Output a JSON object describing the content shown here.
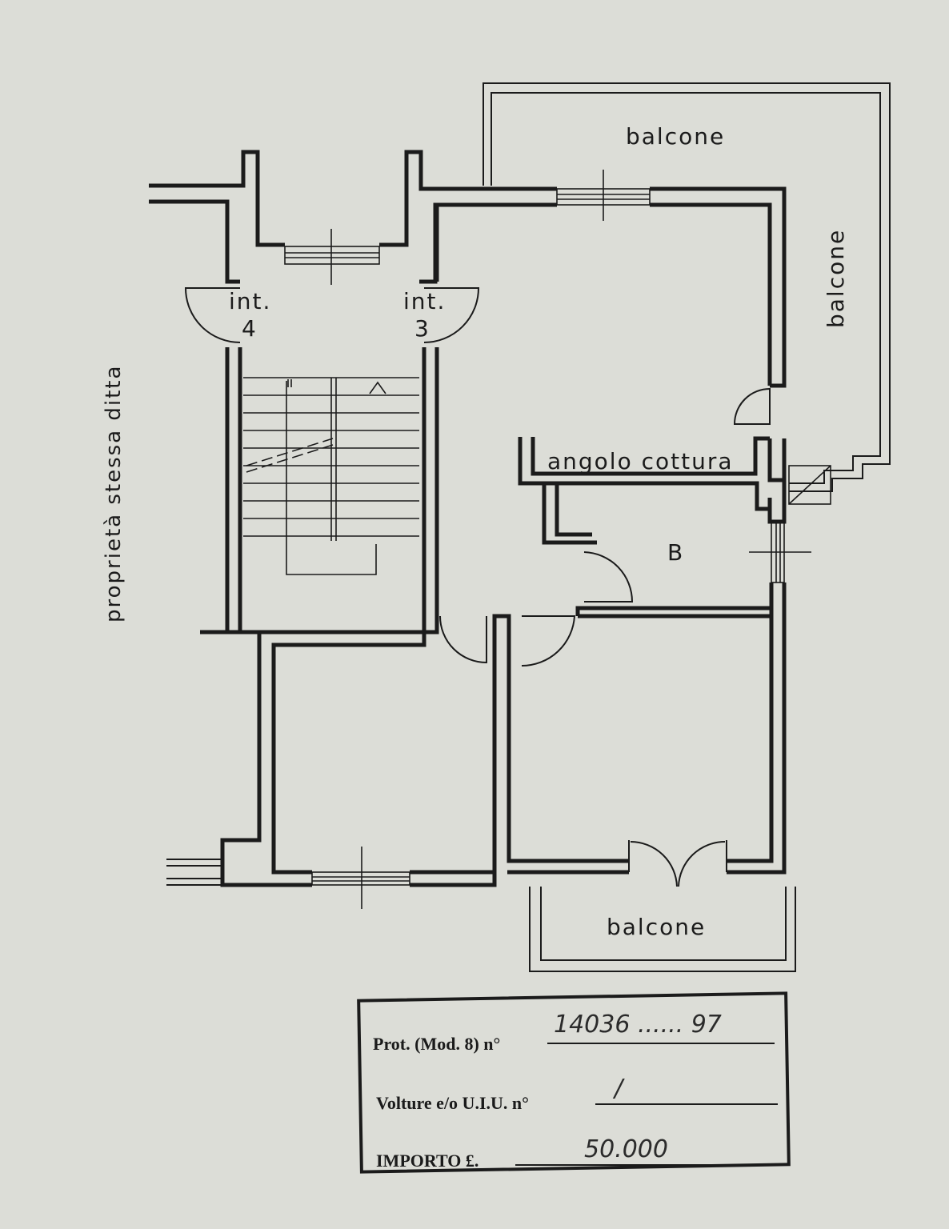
{
  "labels": {
    "balcone_top": "balcone",
    "balcone_right": "balcone",
    "balcone_bottom": "balcone",
    "angolo_cottura": "angolo cottura",
    "room_b": "B",
    "int4_line1": "int.",
    "int4_line2": "4",
    "int3_line1": "int.",
    "int3_line2": "3",
    "side_note": "proprietà stessa ditta"
  },
  "stamp": {
    "prot_label": "Prot. (Mod. 8) n°",
    "prot_value": "14036 ...... 97",
    "volture_label": "Volture e/o U.I.U. n°",
    "volture_value": "/",
    "importo_label": "IMPORTO £.",
    "importo_value": "50.000"
  }
}
